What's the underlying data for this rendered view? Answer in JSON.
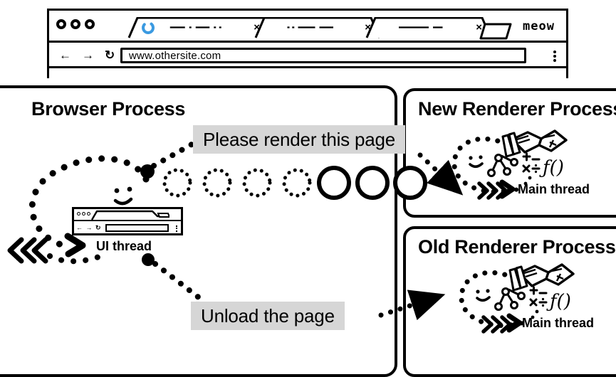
{
  "browser_mock": {
    "brand_label": "meow",
    "window_dots": [
      "dot-1",
      "dot-2",
      "dot-3"
    ],
    "tabs": [
      {
        "id": "tab-active",
        "title_placeholder": "—·—··",
        "close_label": "×",
        "loading": true,
        "spinner_color": "#3b9ae1"
      },
      {
        "id": "tab-2",
        "title_placeholder": "··——",
        "close_label": "×",
        "loading": false
      },
      {
        "id": "tab-3",
        "title_placeholder": "———",
        "close_label": "×",
        "loading": false
      }
    ],
    "new_tab_label": "+",
    "nav": {
      "back": "←",
      "forward": "→",
      "reload": "↻"
    },
    "address_value": "www.othersite.com",
    "menu_icon": "kebab-menu-icon"
  },
  "panels": {
    "browser": {
      "title": "Browser Process"
    },
    "new_renderer": {
      "title": "New Renderer Process"
    },
    "old_renderer": {
      "title": "Old Renderer Process"
    }
  },
  "callouts": {
    "render": "Please render this page",
    "unload": "Unload the page",
    "background_color": "#d6d6d6"
  },
  "threads": {
    "ui_thread": "UI thread",
    "main_thread_new": "Main thread",
    "main_thread_old": "Main thread"
  },
  "queue": {
    "dotted_circle_count": 4,
    "solid_circle_count": 3,
    "description": "navigation request circles moving out of the browser process"
  },
  "mini_browser": {
    "nav_glyphs": "← → ↻",
    "dots": 3
  }
}
